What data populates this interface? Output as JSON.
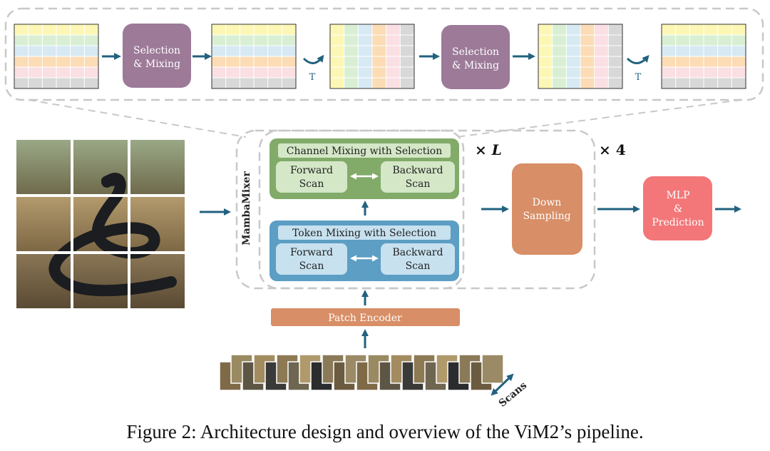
{
  "top_strip": {
    "selection_mixing_1": "Selection\n& Mixing",
    "selection_mixing_2": "Selection\n& Mixing",
    "transpose_1": "T",
    "transpose_2": "T"
  },
  "mamba_block": {
    "side_label": "MambaMixer",
    "channel_title": "Channel Mixing with Selection",
    "channel_forward": "Forward\nScan",
    "channel_backward": "Backward\nScan",
    "token_title": "Token Mixing with Selection",
    "token_forward": "Forward\nScan",
    "token_backward": "Backward\nScan",
    "repeat_L": "× L",
    "repeat_4": "× 4"
  },
  "down_sampling": "Down\nSampling",
  "mlp": "MLP\n&\nPrediction",
  "patch_encoder": "Patch Encoder",
  "scans_label": "Scans",
  "caption": "Figure 2: Architecture design and overview of the ViM2’s pipeline.",
  "colors": {
    "arrow": "#22627f",
    "purple": "#9c7a98",
    "green_outer": "#82ab6a",
    "green_inner": "#d4e7c7",
    "blue_outer": "#5c9ec4",
    "blue_inner": "#c7e1ef",
    "orange": "#d88e66",
    "red": "#f37779",
    "dash": "#c8c8c8",
    "row_colors": [
      "#fdf7b6",
      "#d9efd3",
      "#d7e9f3",
      "#fcdcb4",
      "#fadfe3",
      "#d8d8d8"
    ]
  }
}
